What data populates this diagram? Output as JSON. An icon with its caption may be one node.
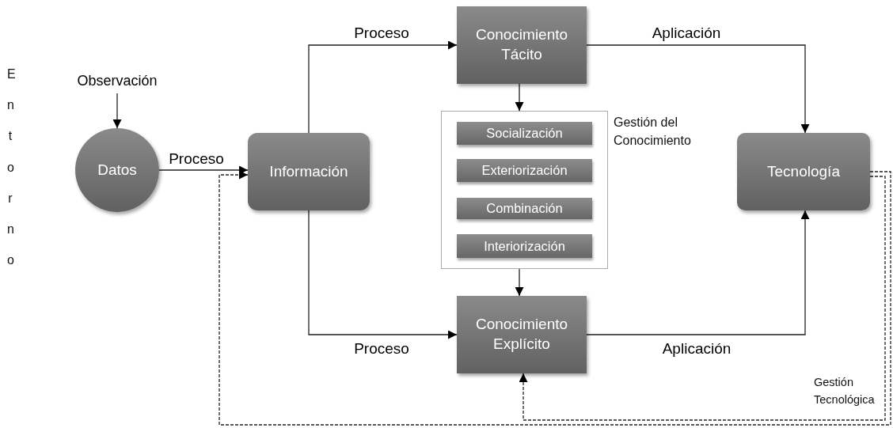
{
  "diagram": {
    "nodes": [
      {
        "text": [
          "Observación"
        ]
      },
      {
        "text": [
          "Datos"
        ]
      },
      {
        "text": [
          "Información"
        ]
      },
      {
        "text": [
          "Conocimiento Tácito"
        ]
      },
      {
        "text": [
          "Gestión del Conocimiento"
        ]
      },
      {
        "text": [
          "Socialización"
        ],
        "in": 4
      },
      {
        "text": [
          "Exteriorización"
        ],
        "in": 4
      },
      {
        "text": [
          "Combinación"
        ],
        "in": 4
      },
      {
        "text": [
          "Interiorización"
        ],
        "in": 4
      },
      {
        "text": [
          "Conocimiento Explícito"
        ]
      },
      {
        "text": [
          "Tecnología"
        ]
      }
    ],
    "edges": [
      {
        "from": 0,
        "to": 1,
        "arrow": "to"
      },
      {
        "from": 1,
        "to": 2,
        "arrow": "to",
        "label": "Proceso"
      },
      {
        "from": 2,
        "to": 3,
        "arrow": "to",
        "label": "Proceso"
      },
      {
        "from": 2,
        "to": 9,
        "arrow": "to",
        "label": "Proceso"
      },
      {
        "from": 3,
        "to": 4,
        "arrow": "to"
      },
      {
        "from": 4,
        "to": 9,
        "arrow": "to"
      },
      {
        "from": 3,
        "to": 10,
        "arrow": "to",
        "label": "Aplicación"
      },
      {
        "from": 9,
        "to": 10,
        "arrow": "to",
        "label": "Aplicación"
      },
      {
        "from": 10,
        "to": 9,
        "arrow": "to",
        "style": "dashed"
      },
      {
        "from": 10,
        "to": 2,
        "arrow": "to",
        "style": "dashed"
      }
    ],
    "labels": [
      "Entorno",
      "Gestión Tecnológica"
    ]
  }
}
